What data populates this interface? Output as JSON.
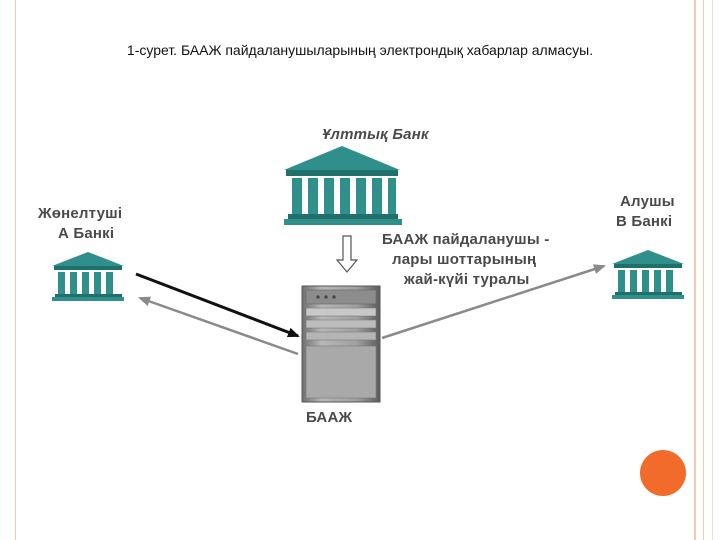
{
  "caption": "1-сурет. БААЖ пайдаланушыларының электрондық хабарлар алмасуы.",
  "nodes": {
    "national_bank": {
      "label": "Ұлттық Банк"
    },
    "sender_bank": {
      "line1": "Жөнелтуші",
      "line2": "А Банкі"
    },
    "receiver_bank": {
      "line1": "Алушы",
      "line2": "В Банкі"
    },
    "server": {
      "label": "БААЖ"
    }
  },
  "annotation": {
    "line1": "БААЖ пайдаланушы -",
    "line2": "лары шоттарының",
    "line3": "жай-күйі туралы"
  },
  "colors": {
    "bank_icon": "#2f8f8a",
    "bank_icon_dark": "#1f6f6b",
    "server": "#9a9a9a",
    "arrow_dark": "#111111",
    "arrow_gray": "#8a8a8a",
    "accent": "#f26b2a",
    "border": "#f2c9b4"
  }
}
